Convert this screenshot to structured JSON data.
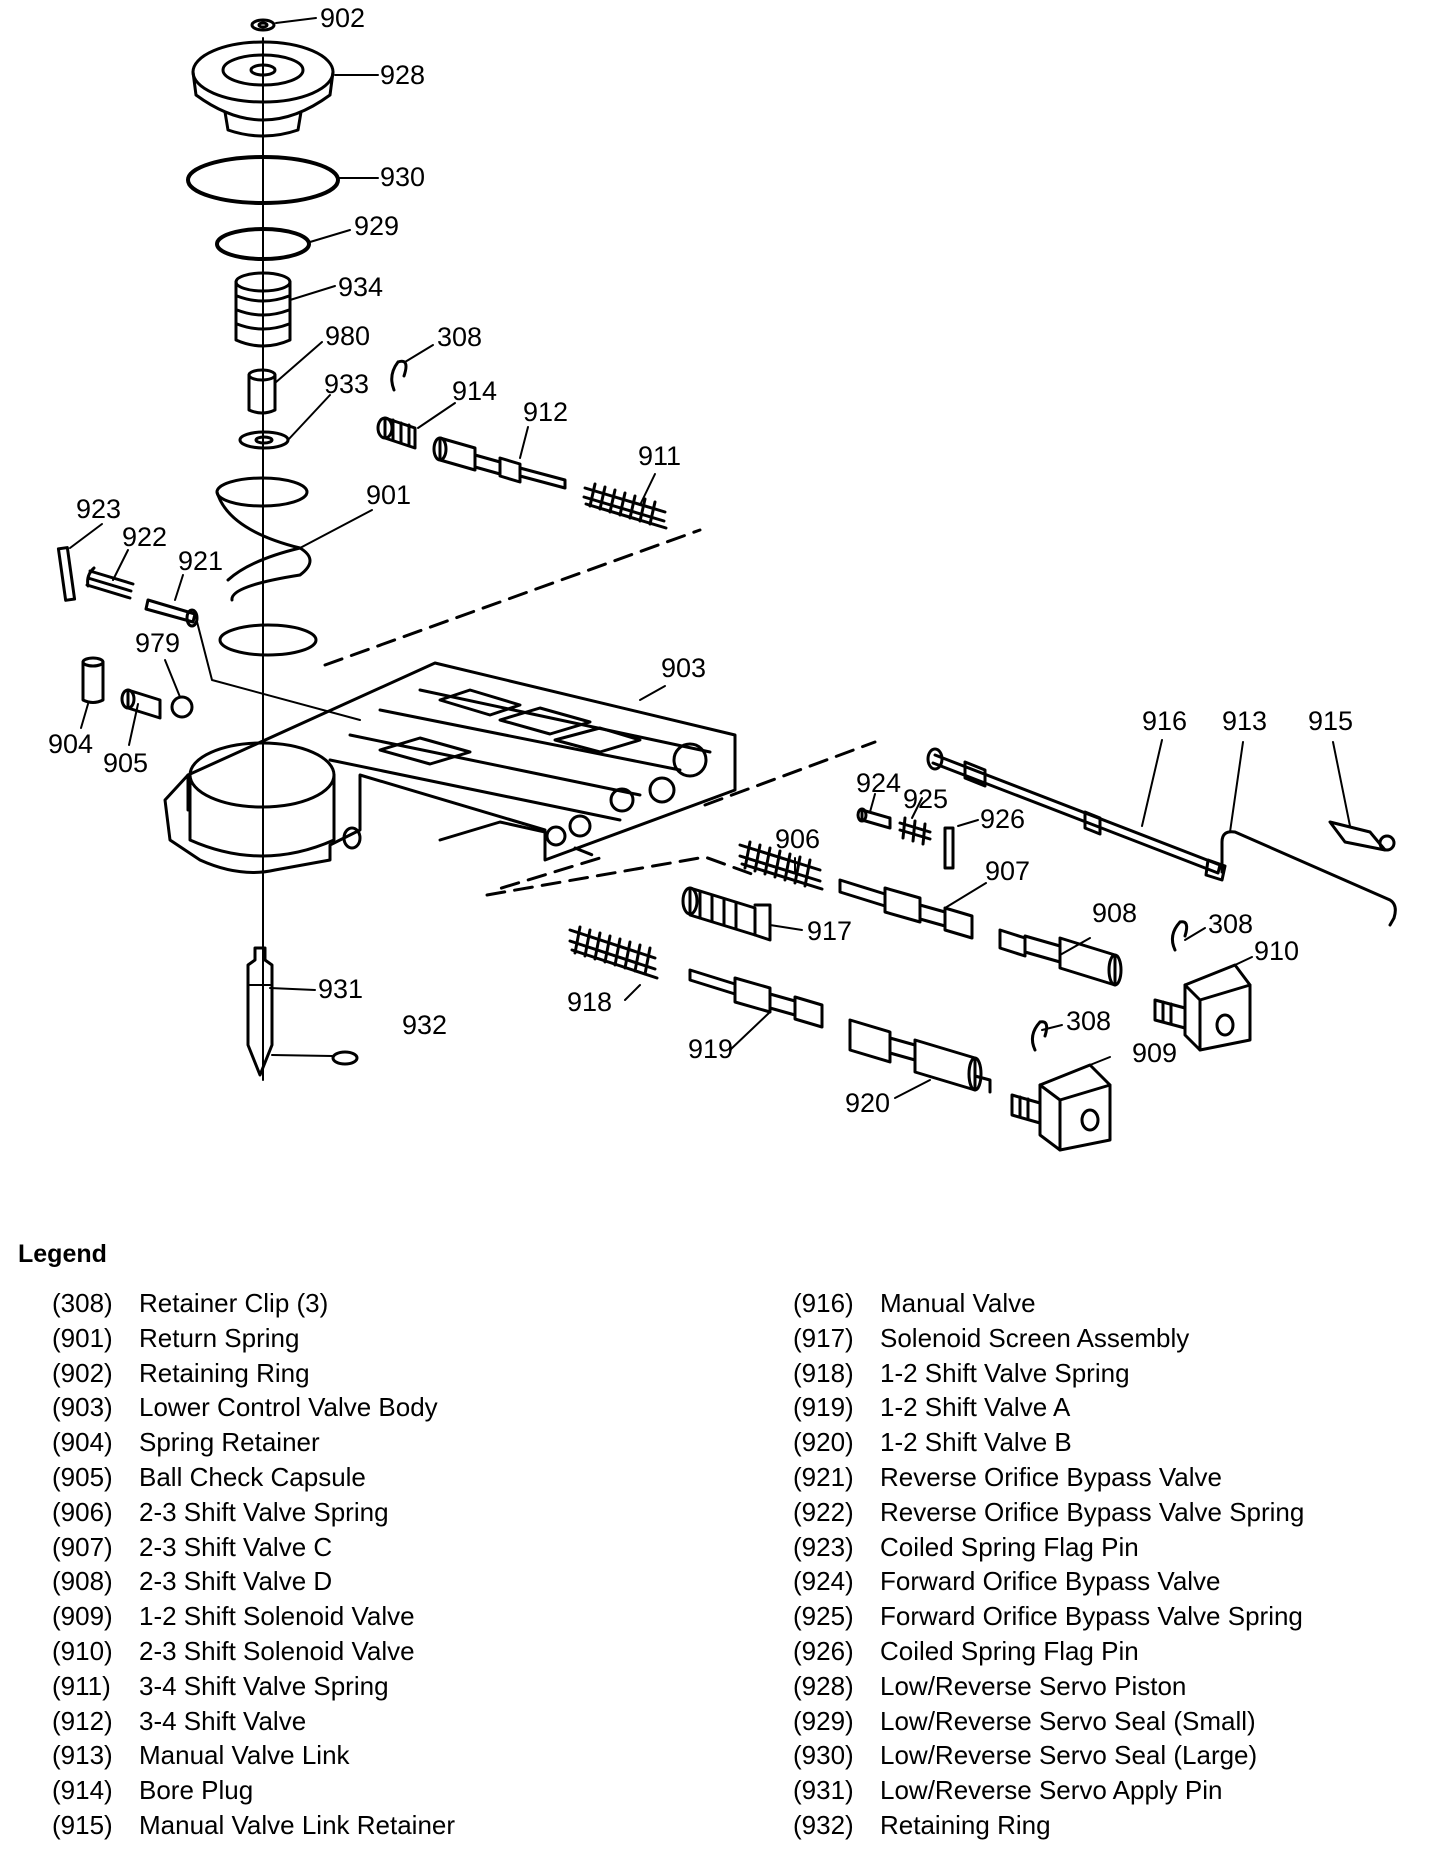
{
  "callouts": [
    "902",
    "928",
    "930",
    "929",
    "934",
    "980",
    "308",
    "933",
    "914",
    "912",
    "911",
    "923",
    "901",
    "922",
    "921",
    "979",
    "903",
    "904",
    "905",
    "916",
    "913",
    "915",
    "924",
    "925",
    "926",
    "906",
    "907",
    "917",
    "908",
    "308",
    "910",
    "918",
    "931",
    "932",
    "919",
    "308",
    "909",
    "920"
  ],
  "legend": {
    "title": "Legend",
    "left": [
      {
        "num": "(308)",
        "label": "Retainer Clip (3)"
      },
      {
        "num": "(901)",
        "label": "Return Spring"
      },
      {
        "num": "(902)",
        "label": "Retaining Ring"
      },
      {
        "num": "(903)",
        "label": "Lower Control Valve Body"
      },
      {
        "num": "(904)",
        "label": "Spring Retainer"
      },
      {
        "num": "(905)",
        "label": "Ball Check Capsule"
      },
      {
        "num": "(906)",
        "label": "2-3 Shift Valve Spring"
      },
      {
        "num": "(907)",
        "label": "2-3 Shift Valve C"
      },
      {
        "num": "(908)",
        "label": "2-3 Shift Valve D"
      },
      {
        "num": "(909)",
        "label": "1-2 Shift Solenoid Valve"
      },
      {
        "num": "(910)",
        "label": "2-3 Shift Solenoid Valve"
      },
      {
        "num": "(911)",
        "label": "3-4 Shift Valve Spring"
      },
      {
        "num": "(912)",
        "label": "3-4 Shift Valve"
      },
      {
        "num": "(913)",
        "label": "Manual Valve Link"
      },
      {
        "num": "(914)",
        "label": "Bore Plug"
      },
      {
        "num": "(915)",
        "label": "Manual Valve Link Retainer"
      }
    ],
    "right": [
      {
        "num": "(916)",
        "label": "Manual Valve"
      },
      {
        "num": "(917)",
        "label": "Solenoid Screen Assembly"
      },
      {
        "num": "(918)",
        "label": "1-2 Shift Valve Spring"
      },
      {
        "num": "(919)",
        "label": "1-2 Shift Valve A"
      },
      {
        "num": "(920)",
        "label": "1-2 Shift Valve B"
      },
      {
        "num": "(921)",
        "label": "Reverse Orifice Bypass Valve"
      },
      {
        "num": "(922)",
        "label": "Reverse Orifice Bypass Valve Spring"
      },
      {
        "num": "(923)",
        "label": "Coiled Spring Flag Pin"
      },
      {
        "num": "(924)",
        "label": "Forward Orifice Bypass Valve"
      },
      {
        "num": "(925)",
        "label": "Forward Orifice Bypass Valve Spring"
      },
      {
        "num": "(926)",
        "label": "Coiled Spring Flag Pin"
      },
      {
        "num": "(928)",
        "label": "Low/Reverse Servo Piston"
      },
      {
        "num": "(929)",
        "label": "Low/Reverse Servo Seal (Small)"
      },
      {
        "num": "(930)",
        "label": "Low/Reverse Servo Seal (Large)"
      },
      {
        "num": "(931)",
        "label": "Low/Reverse Servo Apply Pin"
      },
      {
        "num": "(932)",
        "label": "Retaining Ring"
      }
    ]
  }
}
